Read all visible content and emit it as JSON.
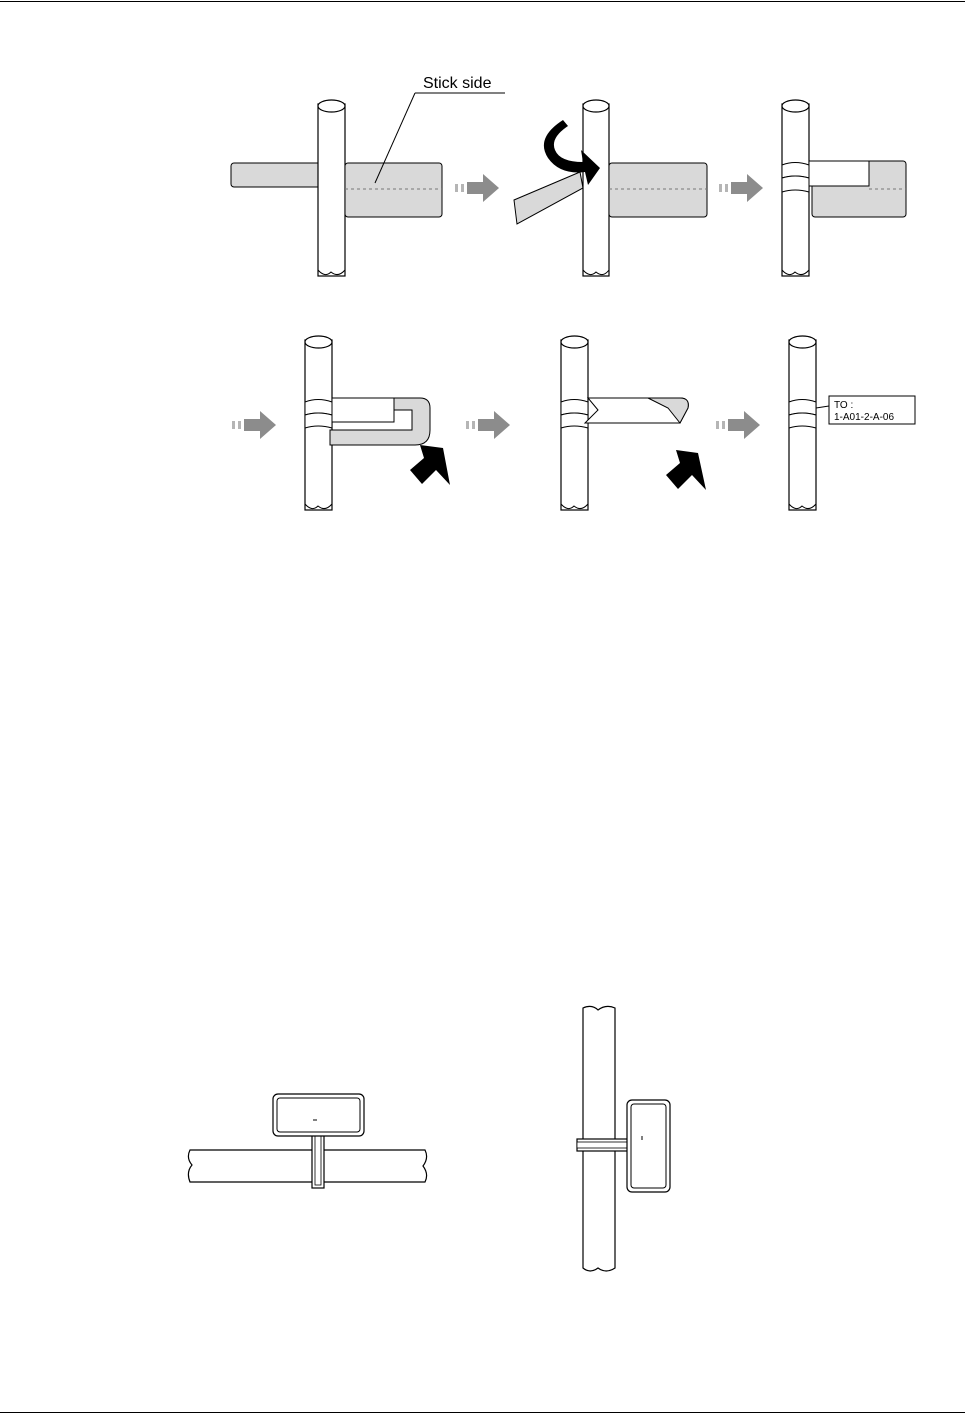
{
  "callout": {
    "stick_side": "Stick side"
  },
  "label_card": {
    "line1": "TO :",
    "line2": "1-A01-2-A-06"
  },
  "colors": {
    "label_fill": "#d9d9d9",
    "arrow_gray": "#8c8c8c",
    "outline": "#000000"
  }
}
